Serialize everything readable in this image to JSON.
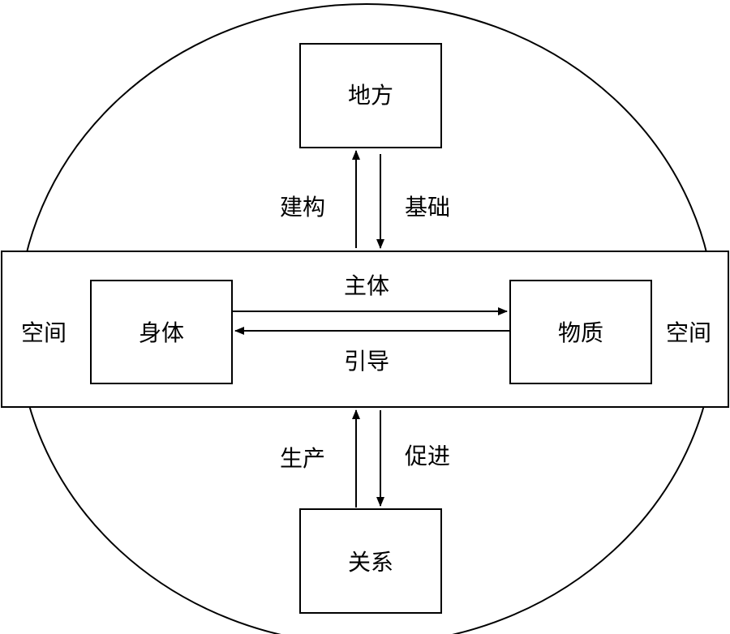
{
  "nodes": {
    "top": "地方",
    "bottom": "关系",
    "left": "身体",
    "right": "物质",
    "outer_left": "空间",
    "outer_right": "空间"
  },
  "edges": {
    "up_top": "建构",
    "down_top": "基础",
    "right_arrow": "主体",
    "left_arrow": "引导",
    "up_bottom": "生产",
    "down_bottom": "促进"
  }
}
